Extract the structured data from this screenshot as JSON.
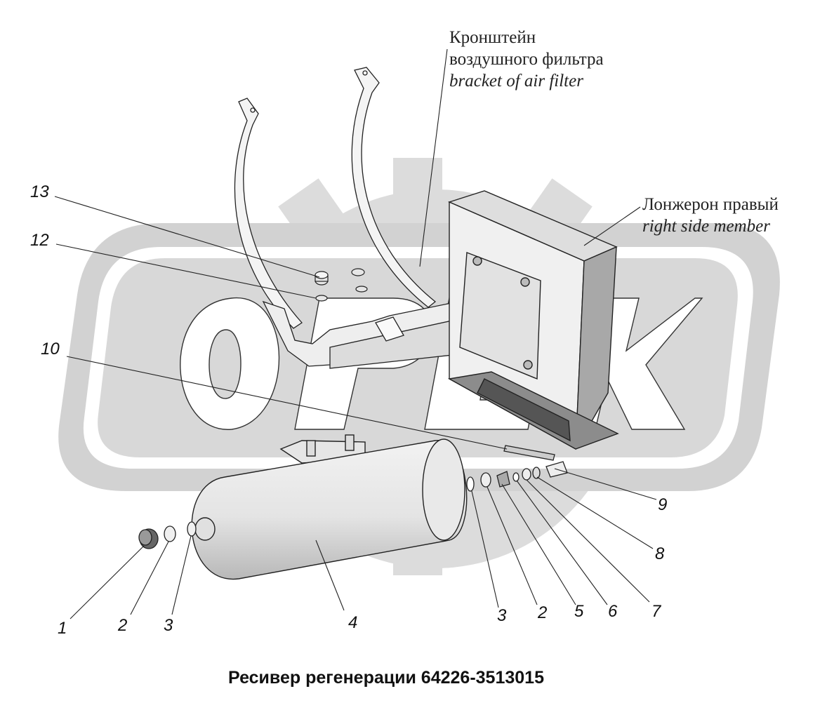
{
  "callouts": [
    {
      "id": "bracket",
      "ru": "Кронштейн",
      "ru2": "воздушного фильтра",
      "en": "bracket of air filter"
    },
    {
      "id": "member",
      "ru": "Лонжерон правый",
      "en": "right side member"
    }
  ],
  "parts": [
    "1",
    "2",
    "3",
    "4",
    "3",
    "2",
    "5",
    "6",
    "7",
    "8",
    "9",
    "10",
    "12",
    "13"
  ],
  "watermark": "OPEK",
  "caption": "Ресивер регенерации 64226-3513015",
  "colors": {
    "line": "#222222",
    "watermark": "#d6d6d6",
    "metal": "#e8e8e8",
    "shade": "#9a9a9a"
  }
}
